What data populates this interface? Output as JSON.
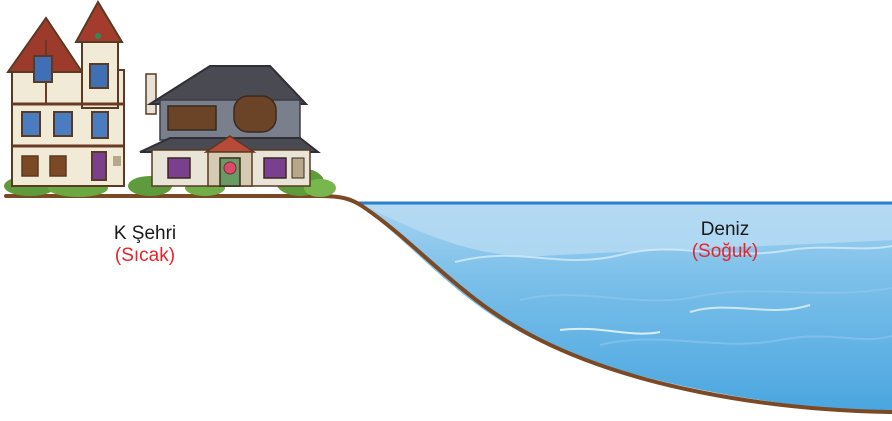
{
  "city": {
    "name": "K Şehri",
    "temperature": "(Sıcak)"
  },
  "sea": {
    "name": "Deniz",
    "temperature": "(Soğuk)"
  },
  "colors": {
    "temperature_text": "#e8232a",
    "ground": "#7b4a25",
    "sea_fill": "#5db3e6",
    "sea_light": "#9ccdee",
    "sea_surface": "#2b7fcf"
  }
}
